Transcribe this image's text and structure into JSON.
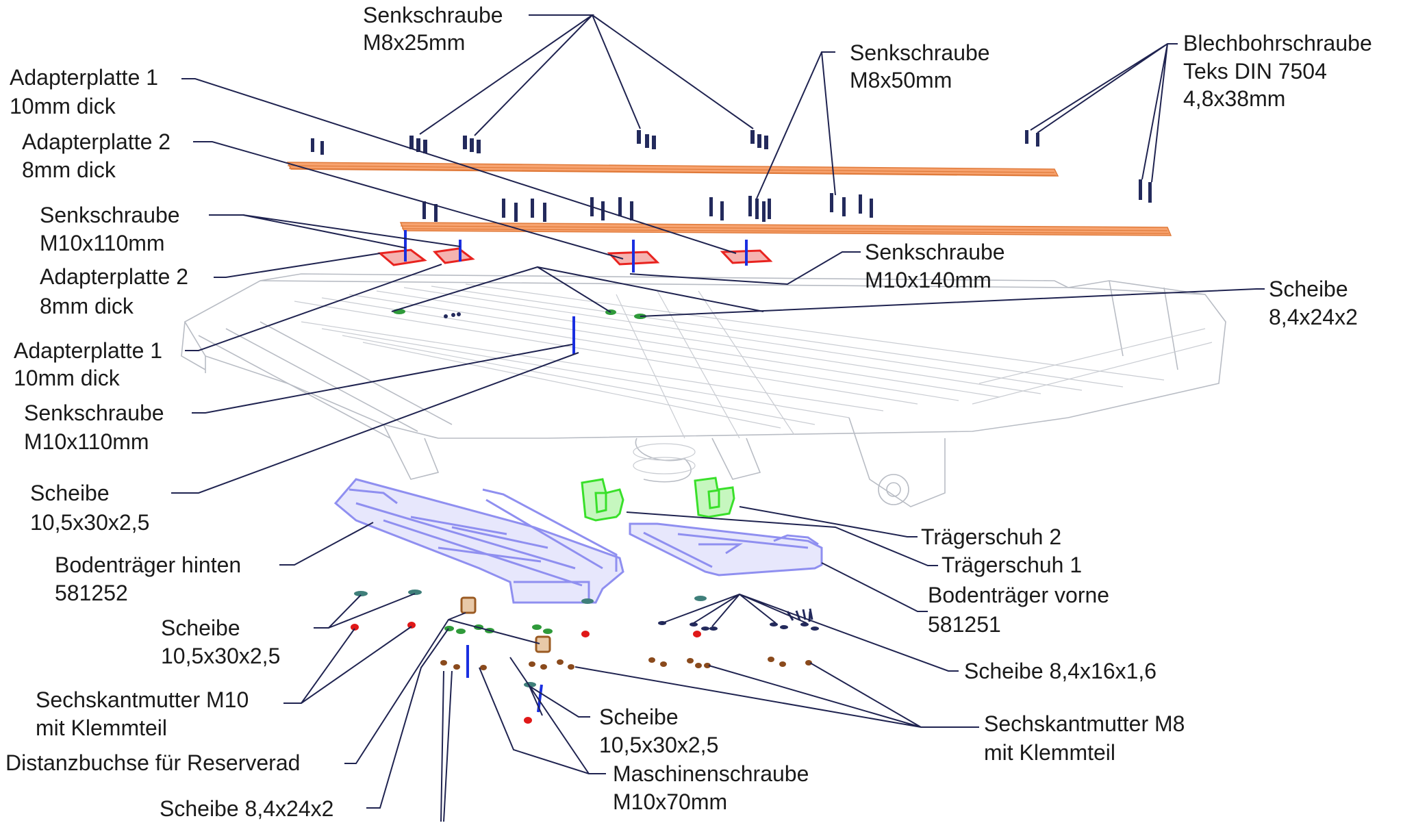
{
  "labels": {
    "senk_m8x25_1": "Senkschraube",
    "senk_m8x25_2": "M8x25mm",
    "senk_m8x50_1": "Senkschraube",
    "senk_m8x50_2": "M8x50mm",
    "blech_1": "Blechbohrschraube",
    "blech_2": "Teks DIN 7504",
    "blech_3": "4,8x38mm",
    "adapt1_top_1": "Adapterplatte 1",
    "adapt1_top_2": "10mm dick",
    "adapt2_top_1": "Adapterplatte 2",
    "adapt2_top_2": "8mm dick",
    "senk_m10x110_top_1": "Senkschraube",
    "senk_m10x110_top_2": "M10x110mm",
    "adapt2_mid_1": "Adapterplatte 2",
    "adapt2_mid_2": "8mm dick",
    "senk_m10x140_1": "Senkschraube",
    "senk_m10x140_2": "M10x140mm",
    "scheibe_84x24_top_1": "Scheibe",
    "scheibe_84x24_top_2": "8,4x24x2",
    "adapt1_mid_1": "Adapterplatte 1",
    "adapt1_mid_2": "10mm dick",
    "senk_m10x110_mid_1": "Senkschraube",
    "senk_m10x110_mid_2": "M10x110mm",
    "scheibe_105_left_1": "Scheibe",
    "scheibe_105_left_2": "10,5x30x2,5",
    "traegerschuh2": "Trägerschuh 2",
    "traegerschuh1": "Trägerschuh 1",
    "boden_hinten_1": "Bodenträger hinten",
    "boden_hinten_2": "581252",
    "boden_vorne_1": "Bodenträger vorne",
    "boden_vorne_2": "581251",
    "scheibe_105_low_1": "Scheibe",
    "scheibe_105_low_2": "10,5x30x2,5",
    "scheibe_84x16": "Scheibe 8,4x16x1,6",
    "mutter_m10_1": "Sechskantmutter M10",
    "mutter_m10_2": "mit Klemmteil",
    "scheibe_105_bottom_1": "Scheibe",
    "scheibe_105_bottom_2": "10,5x30x2,5",
    "mutter_m8_1": "Sechskantmutter M8",
    "mutter_m8_2": "mit Klemmteil",
    "distanzbuchse": "Distanzbuchse für Reserverad",
    "maschinen_1": "Maschinenschraube",
    "maschinen_2": "M10x70mm",
    "scheibe_84x24_bottom": "Scheibe 8,4x24x2"
  },
  "colors": {
    "leader": "#1f2350",
    "adapter_plate_long": "#f08a4b",
    "adapter_plate_small": "#e8231f",
    "screw_dark": "#232a5c",
    "screw_blue": "#1a2fe0",
    "carrier_rear": "#8f8ff0",
    "carrier_shoe": "#39e02a",
    "washer_green": "#2f9a3a",
    "washer_teal": "#3f7f7a",
    "nut_red": "#e01818",
    "nut_brown": "#8a4a1c",
    "bushing": "#9a5a22",
    "chassis_ghost": "#b8bcc4"
  }
}
